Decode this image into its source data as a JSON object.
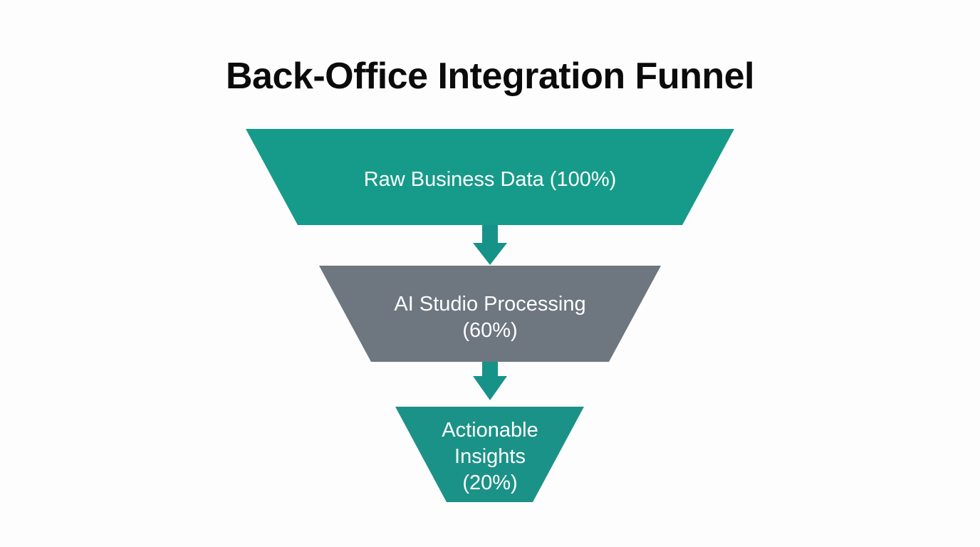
{
  "title": "Back-Office Integration Funnel",
  "background_color": "#fdfdfd",
  "title_color": "#0b0b0b",
  "label_color": "#ffffff",
  "arrow_color": "#179289",
  "chart_data": {
    "type": "funnel",
    "title": "Back-Office Integration Funnel",
    "xlabel": "",
    "ylabel": "",
    "categories": [
      "Raw Business Data",
      "AI Studio Processing",
      "Actionable Insights"
    ],
    "values": [
      100,
      60,
      20
    ],
    "value_unit": "%",
    "legend": "none",
    "grid": false,
    "stages": [
      {
        "name": "Raw Business Data",
        "value": 100,
        "label": "Raw Business Data (100%)",
        "label_lines": [
          "Raw Business Data (100%)"
        ],
        "color": "#169b8a"
      },
      {
        "name": "AI Studio Processing",
        "value": 60,
        "label": "AI Studio Processing (60%)",
        "label_lines": [
          "AI Studio Processing",
          "(60%)"
        ],
        "color": "#6e7680"
      },
      {
        "name": "Actionable Insights",
        "value": 20,
        "label": "Actionable Insights (20%)",
        "label_lines": [
          "Actionable",
          "Insights",
          "(20%)"
        ],
        "color": "#1b9287"
      }
    ]
  }
}
